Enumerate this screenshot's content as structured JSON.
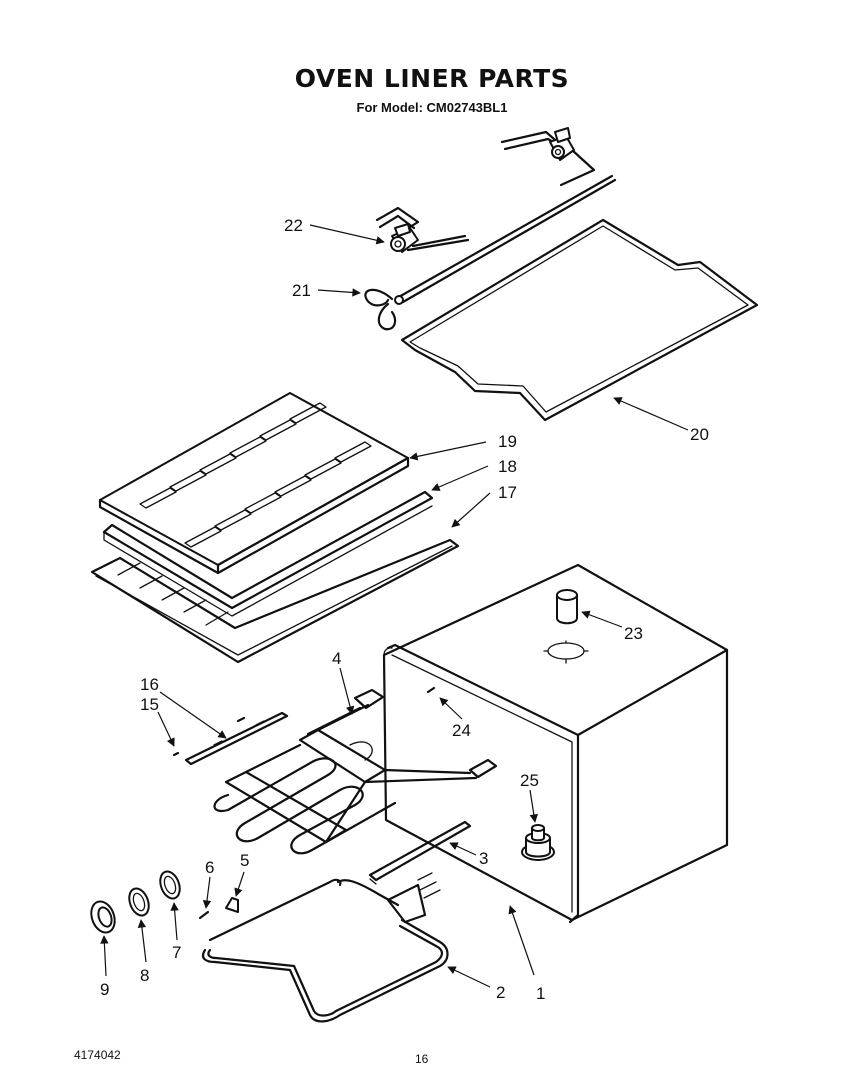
{
  "header": {
    "title": "OVEN LINER PARTS",
    "subtitle": "For Model: CM02743BL1"
  },
  "footer": {
    "doc_number": "4174042",
    "page_number": "16"
  },
  "callouts": [
    "1",
    "2",
    "3",
    "4",
    "5",
    "6",
    "7",
    "8",
    "9",
    "15",
    "16",
    "17",
    "18",
    "19",
    "20",
    "21",
    "22",
    "23",
    "24",
    "25"
  ]
}
